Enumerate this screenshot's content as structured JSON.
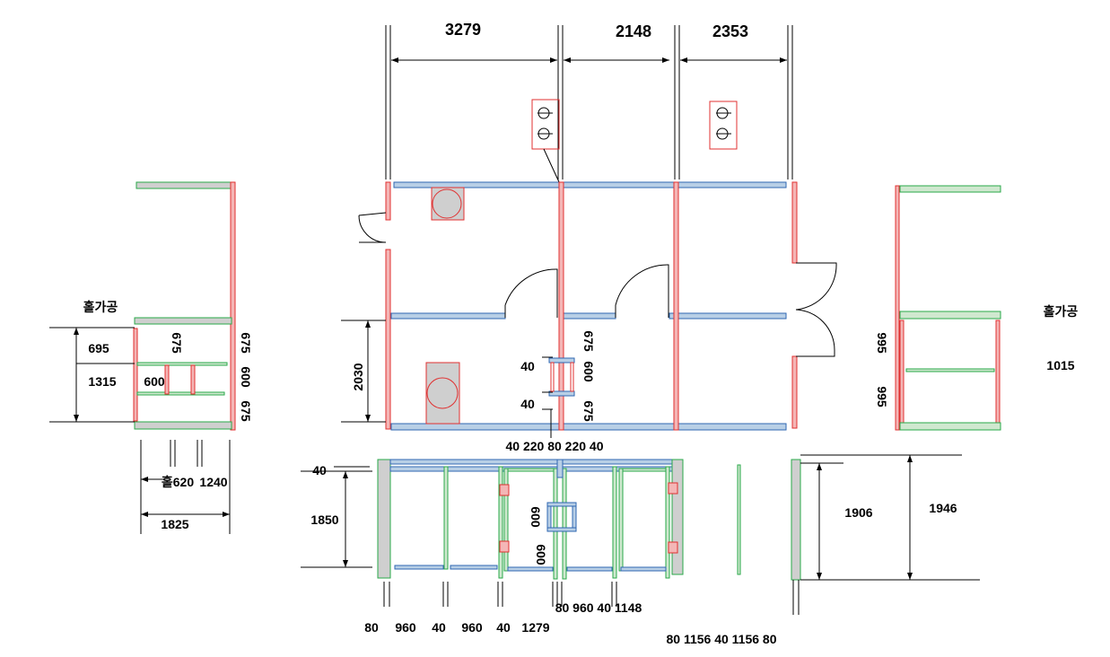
{
  "top_dims": [
    "3279",
    "2148",
    "2353"
  ],
  "left_view": {
    "title": "홀가공",
    "dims": [
      "695",
      "1315",
      "600",
      "675",
      "675",
      "600",
      "675",
      "홀620",
      "1240",
      "1825"
    ]
  },
  "right_view": {
    "title": "홀가공",
    "dims": [
      "995",
      "995",
      "1015"
    ]
  },
  "plan_dims": {
    "height": "2030",
    "side_vertical": [
      "675",
      "600",
      "675"
    ],
    "small_spacing": [
      "40",
      "40"
    ],
    "under_row": "40 220 80 220 40"
  },
  "bottom_view": {
    "top_gap": "40",
    "height": "1850",
    "inner_vertical": [
      "600",
      "600"
    ],
    "bottom_left": [
      "80",
      "960",
      "40",
      "960",
      "40",
      "1279"
    ],
    "bottom_mid": "80 960 40 1148",
    "bottom_right": "80 1156 40  1156 80"
  },
  "side_bottom": {
    "inner": "1906",
    "outer": "1946"
  },
  "colors": {
    "red_part": "#e03030",
    "blue_part": "#2f67b2",
    "green_part": "#2aa84a",
    "fill_grey": "#cfcfcf"
  }
}
